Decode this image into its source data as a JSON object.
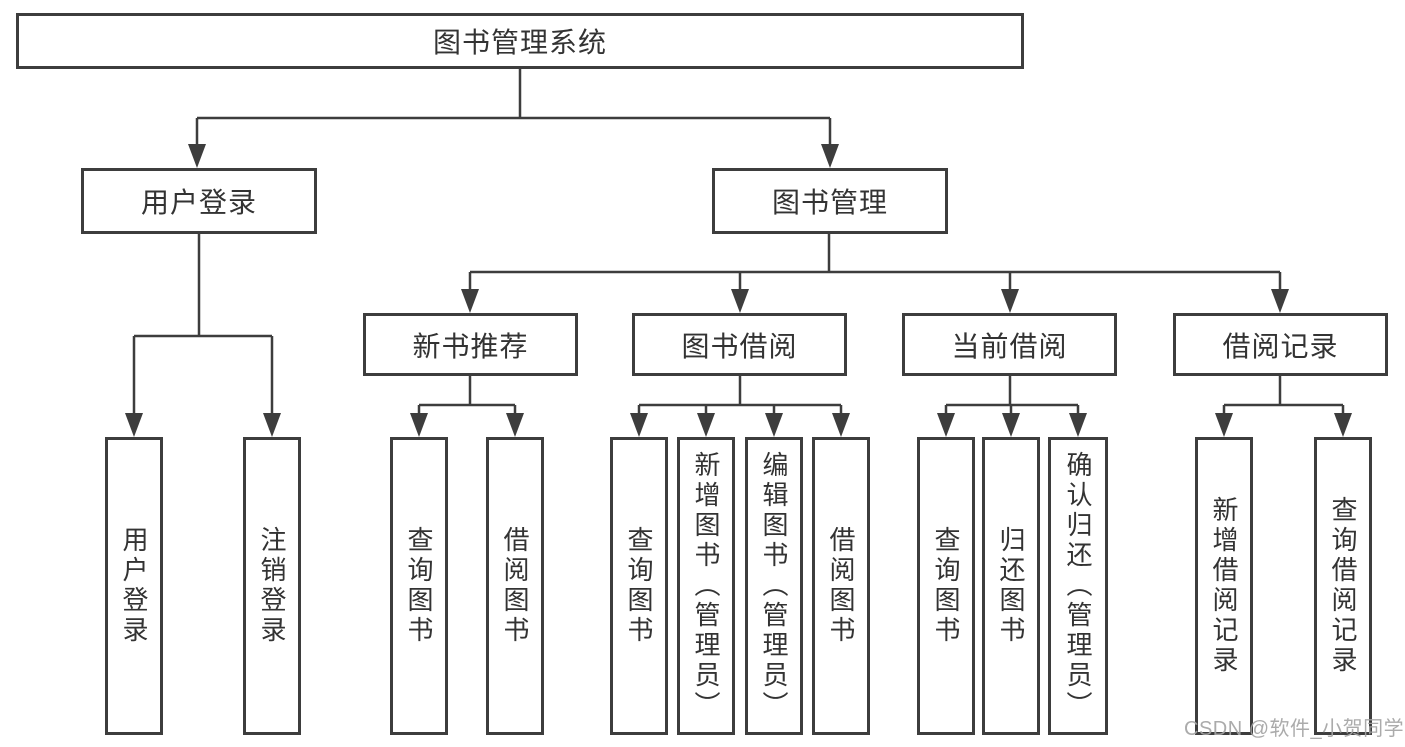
{
  "diagram": {
    "title_node": {
      "label": "图书管理系统"
    },
    "level2": [
      {
        "id": "user-login",
        "label": "用户登录"
      },
      {
        "id": "book-manage",
        "label": "图书管理"
      }
    ],
    "level3": [
      {
        "id": "new-book-recommend",
        "parent": "book-manage",
        "label": "新书推荐"
      },
      {
        "id": "book-borrow",
        "parent": "book-manage",
        "label": "图书借阅"
      },
      {
        "id": "current-borrow",
        "parent": "book-manage",
        "label": "当前借阅"
      },
      {
        "id": "borrow-records",
        "parent": "book-manage",
        "label": "借阅记录"
      }
    ],
    "leaves": [
      {
        "parent": "user-login",
        "label": "用户登录"
      },
      {
        "parent": "user-login",
        "label": "注销登录"
      },
      {
        "parent": "new-book-recommend",
        "label": "查询图书"
      },
      {
        "parent": "new-book-recommend",
        "label": "借阅图书"
      },
      {
        "parent": "book-borrow",
        "label": "查询图书"
      },
      {
        "parent": "book-borrow",
        "label": "新增图书（管理员）"
      },
      {
        "parent": "book-borrow",
        "label": "编辑图书（管理员）"
      },
      {
        "parent": "book-borrow",
        "label": "借阅图书"
      },
      {
        "parent": "current-borrow",
        "label": "查询图书"
      },
      {
        "parent": "current-borrow",
        "label": "归还图书"
      },
      {
        "parent": "current-borrow",
        "label": "确认归还（管理员）"
      },
      {
        "parent": "borrow-records",
        "label": "新增借阅记录"
      },
      {
        "parent": "borrow-records",
        "label": "查询借阅记录"
      }
    ]
  },
  "watermark": {
    "text": "CSDN @软件_小贺同学"
  },
  "colors": {
    "line": "#3d3d3d",
    "box_border": "#3d3d3d",
    "text": "#333333",
    "background": "#ffffff",
    "watermark": "#a4a4a4"
  }
}
